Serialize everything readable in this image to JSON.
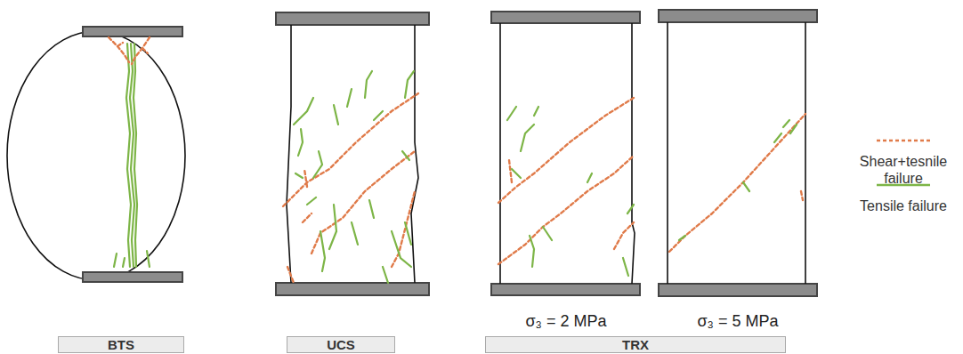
{
  "diagram": {
    "nodes": [
      {
        "text": [
          "BTS"
        ]
      },
      {
        "text": [
          "UCS"
        ]
      },
      {
        "text": [
          "TRX"
        ]
      }
    ],
    "labels": [
      "σ₃ = 2 MPa",
      "σ₃ = 5 MPa"
    ],
    "legend": [
      {
        "text": "Shear+tesnile failure"
      },
      {
        "text": "Tensile failure"
      }
    ]
  }
}
